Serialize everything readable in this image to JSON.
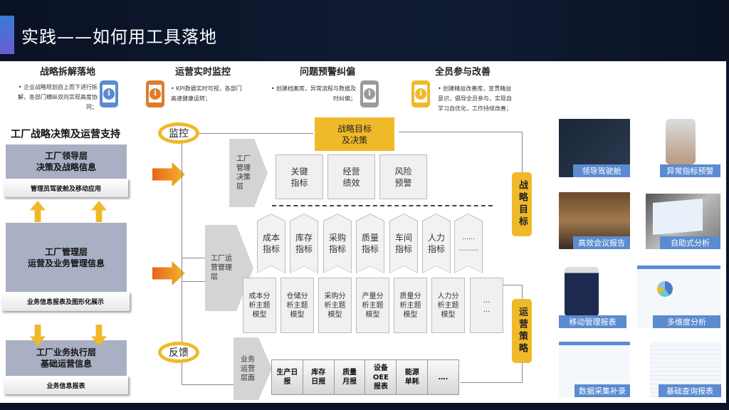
{
  "title": "实践——如何用工具落地",
  "features": [
    {
      "heading": "战略拆解落地",
      "desc": "企业战略规划自上而下进行拆解，各部门横纵双向实现高度协同；",
      "icon": "info-phone-icon",
      "color": "#5b8bd0"
    },
    {
      "heading": "运营实时监控",
      "desc": "KPI数据实时可视，各部门高速健康运转；",
      "icon": "info-phone-icon",
      "color": "#e07b2a"
    },
    {
      "heading": "问题预警纠偏",
      "desc": "创建档案库，异常流程与数据及时纠偏；",
      "icon": "info-phone-icon",
      "color": "#9a9a9a"
    },
    {
      "heading": "全员参与改善",
      "desc": "创建精益改善库，宣贯精益意识，倡导全员参与，实现自学习自优化，工作持续改善；",
      "icon": "info-phone-icon",
      "color": "#f0b929"
    }
  ],
  "left": {
    "title": "工厂战略决策及运营支持",
    "layers": [
      {
        "name": "工厂领导层\n决策及战略信息",
        "sub": "管理员驾驶舱及移动应用"
      },
      {
        "name": "工厂管理层\n运营及业务管理信息",
        "sub": "业务信息报表及图形化展示"
      },
      {
        "name": "工厂业务执行层\n基础运营信息",
        "sub": "业务信息报表"
      }
    ]
  },
  "flow": {
    "monitor": "监控",
    "feedback": "反馈",
    "goal_box": "战略目标\n及决策",
    "decision_layer": "工厂\n管理\n决策\n层",
    "decision_items": [
      "关键\n指标",
      "经营\n绩效",
      "风险\n预警"
    ],
    "ops_layer": "工厂运\n营管理\n层",
    "indicators": [
      "成本\n指标",
      "库存\n指标",
      "采购\n指标",
      "质量\n指标",
      "车间\n指标",
      "人力\n指标",
      "……\n………"
    ],
    "models": [
      "成本分\n析主题\n模型",
      "仓储分\n析主题\n模型",
      "采购分\n析主题\n模型",
      "产量分\n析主题\n模型",
      "质量分\n析主题\n模型",
      "人力分\n析主题\n模型",
      "…\n…"
    ],
    "biz_layer": "业务\n运营\n层面",
    "reports": [
      "生产日\n报",
      "库存\n日报",
      "质量\n月报",
      "设备\nOEE\n报表",
      "能源\n单耗",
      "…."
    ],
    "pill_goal": "战略目标",
    "pill_strategy": "运营策略"
  },
  "gallery": [
    "领导驾驶舱",
    "异常指标预警",
    "高效会议报告",
    "自助式分析",
    "移动管理报表",
    "多维度分析",
    "数据采集补录",
    "基础查询报表"
  ],
  "colors": {
    "accent": "#f0b929",
    "label_blue": "#5b8bd0",
    "layer": "#a9b0c4"
  }
}
